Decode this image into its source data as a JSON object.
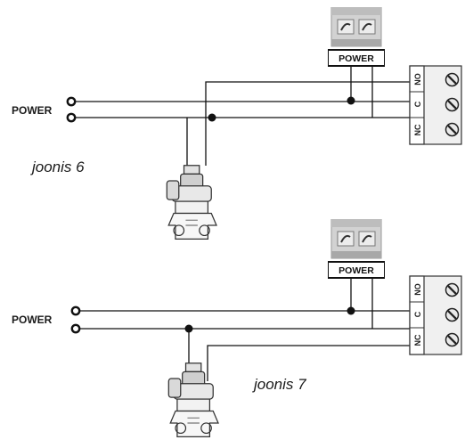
{
  "diagrams": [
    {
      "power_label": "POWER",
      "box_label": "POWER",
      "caption": "joonis 6",
      "terminals": [
        "NO",
        "C",
        "NC"
      ]
    },
    {
      "power_label": "POWER",
      "box_label": "POWER",
      "caption": "joonis 7",
      "terminals": [
        "NO",
        "C",
        "NC"
      ]
    }
  ]
}
